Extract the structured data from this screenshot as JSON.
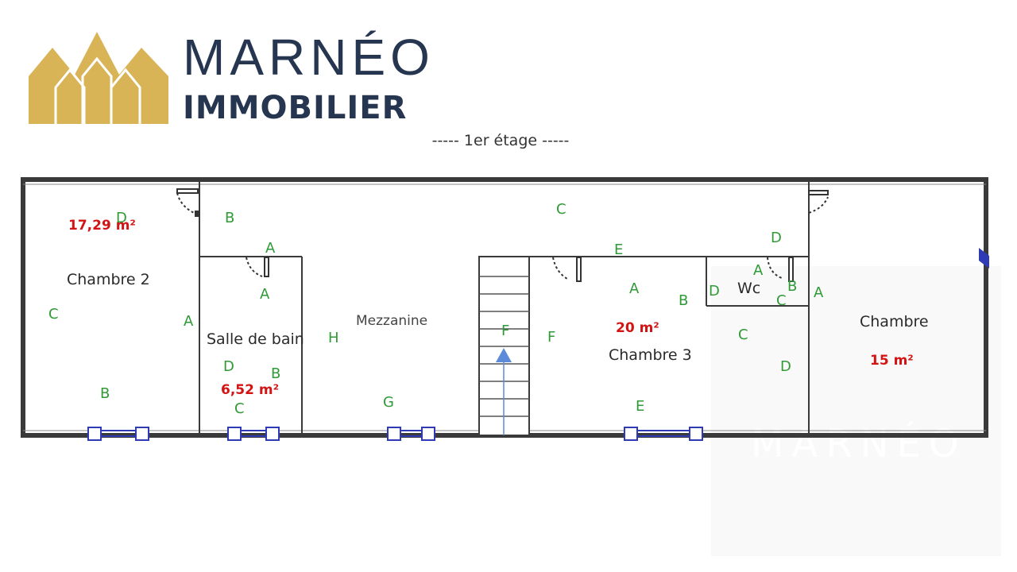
{
  "brand": {
    "name": "MARNÉO",
    "subtitle": "IMMOBILIER",
    "gold": "#d9b457",
    "navy": "#263550"
  },
  "floor_title": "-----  1er étage  -----",
  "rooms": {
    "chambre2": "Chambre 2",
    "salle_de_bain": "Salle de bain",
    "mezzanine": "Mezzanine",
    "chambre3": "Chambre 3",
    "wc": "Wc",
    "chambre": "Chambre"
  },
  "areas": {
    "chambre2": "17,29 m²",
    "salle_de_bain": "6,52 m²",
    "chambre3": "20 m²",
    "chambre": "15 m²"
  },
  "wall_markers": [
    "D",
    "B",
    "C",
    "A",
    "B",
    "A",
    "A",
    "D",
    "B",
    "C",
    "H",
    "G",
    "C",
    "E",
    "F",
    "F",
    "A",
    "B",
    "E",
    "D",
    "D",
    "A",
    "B",
    "C",
    "C",
    "A",
    "D"
  ],
  "watermark": "MARNÉO",
  "colors": {
    "wall": "#3a3a3a",
    "marker": "#2f9a36",
    "area": "#d21414",
    "window": "#2e3bb5",
    "stair_arrow": "#5b8bd9"
  }
}
